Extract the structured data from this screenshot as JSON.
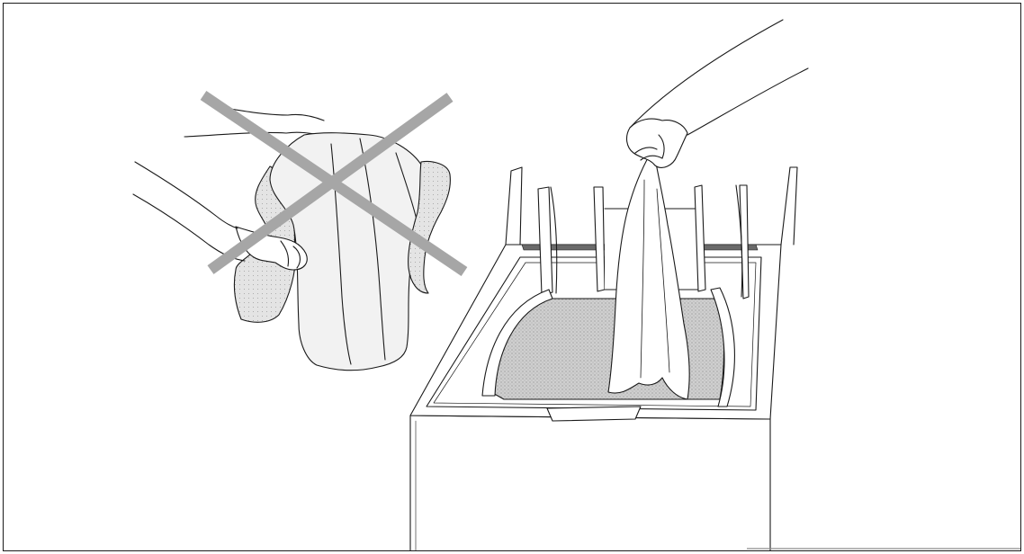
{
  "illustration": {
    "line_color": "#1a1a1a",
    "cross_color": "#a8a8a8",
    "tub_shade_color": "#b8b8b8",
    "cloth_shade_color": "#d4d4d4",
    "panels": [
      {
        "id": "wrong",
        "depicts": "two-hands-holding-bundled-laundry",
        "marked_with": "x-mark-icon"
      },
      {
        "id": "correct",
        "depicts": "hand-dropping-single-item-into-washer",
        "target": "top-load-washer-icon"
      }
    ]
  }
}
